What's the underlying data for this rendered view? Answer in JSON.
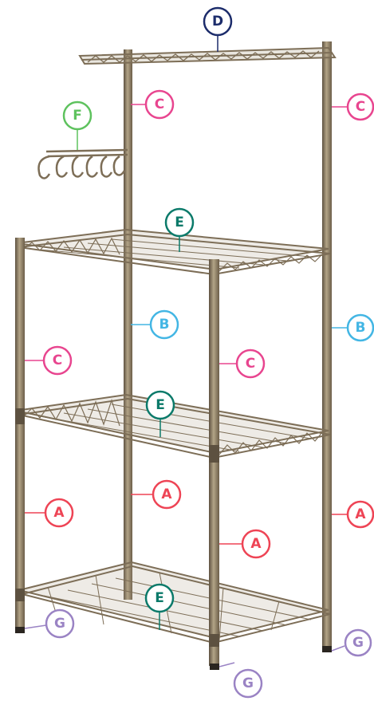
{
  "colors": {
    "background": "#ffffff",
    "metal": "#8a7a62",
    "metal_light": "#b3a487",
    "metal_dark": "#5d5140",
    "foot": "#2a2520",
    "label_A": "#ee4455",
    "label_B": "#43b6e4",
    "label_C": "#e8458f",
    "label_D": "#1c2c6b",
    "label_E": "#0b7a6a",
    "label_F": "#5ec25e",
    "label_G": "#9a83c4"
  },
  "icons": [
    "wire-shelf",
    "rack-pole",
    "hook-bar",
    "leveling-foot"
  ],
  "labels": {
    "A": "A",
    "B": "B",
    "C": "C",
    "D": "D",
    "E": "E",
    "F": "F",
    "G": "G"
  }
}
